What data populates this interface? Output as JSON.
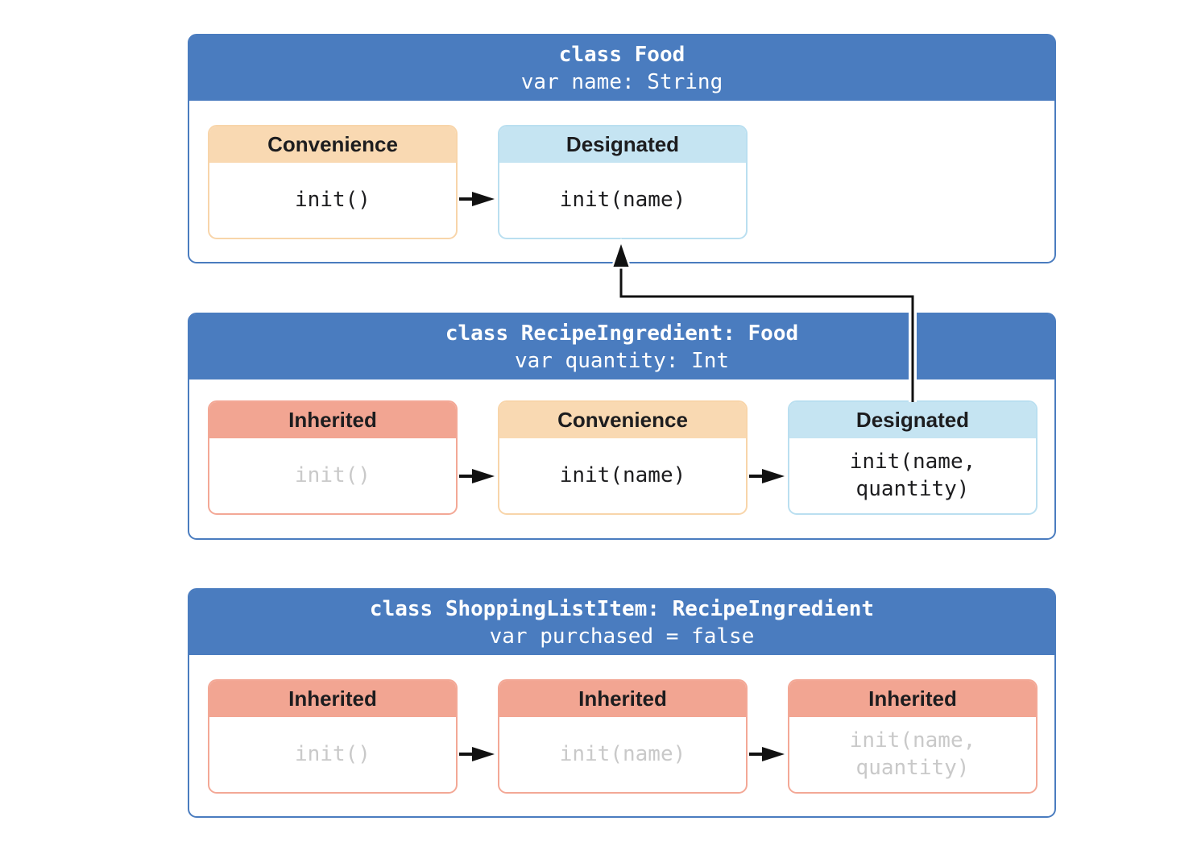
{
  "diagram": {
    "title": "Initializer delegation and inheritance diagram",
    "classes": [
      {
        "title": "class Food",
        "subtitle": "var name: String",
        "inits": [
          {
            "kind": "Convenience",
            "code": "init()",
            "muted": false
          },
          {
            "kind": "Designated",
            "code": "init(name)",
            "muted": false
          }
        ]
      },
      {
        "title": "class RecipeIngredient: Food",
        "subtitle": "var quantity: Int",
        "inits": [
          {
            "kind": "Inherited",
            "code": "init()",
            "muted": true
          },
          {
            "kind": "Convenience",
            "code": "init(name)",
            "muted": false
          },
          {
            "kind": "Designated",
            "code": "init(name,\nquantity)",
            "muted": false
          }
        ]
      },
      {
        "title": "class ShoppingListItem: RecipeIngredient",
        "subtitle": "var purchased = false",
        "inits": [
          {
            "kind": "Inherited",
            "code": "init()",
            "muted": true
          },
          {
            "kind": "Inherited",
            "code": "init(name)",
            "muted": true
          },
          {
            "kind": "Inherited",
            "code": "init(name,\nquantity)",
            "muted": true
          }
        ]
      }
    ],
    "arrows": [
      "food-convenience-to-designated",
      "recipe-inherited-to-convenience",
      "recipe-convenience-to-designated",
      "recipe-designated-to-food-designated",
      "shopping-inherited1-to-inherited2",
      "shopping-inherited2-to-inherited3"
    ],
    "colors": {
      "class_header": "#4a7cbf",
      "inherited": "#f2a592",
      "convenience": "#f9d9b2",
      "designated": "#c5e4f2",
      "arrow": "#111111",
      "muted_text": "#c9c9c9"
    }
  }
}
